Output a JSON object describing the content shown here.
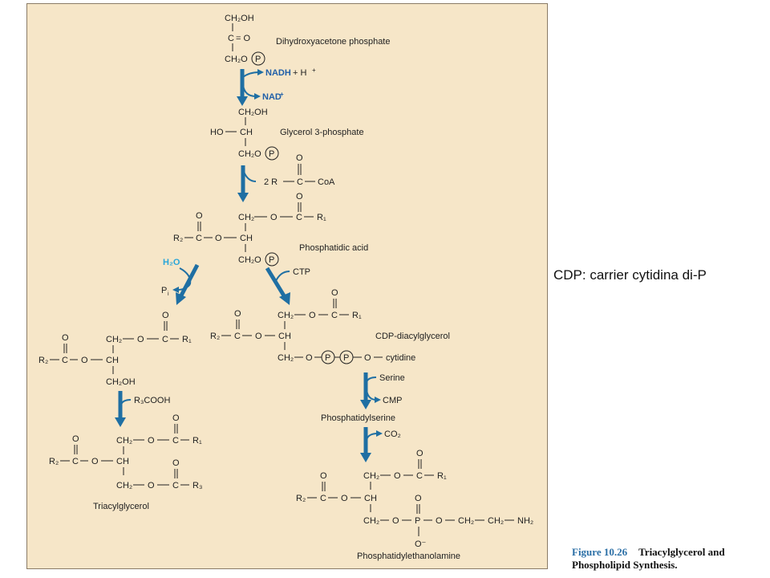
{
  "labels": {
    "dhap": "Dihydroxyacetone phosphate",
    "g3p": "Glycerol 3-phosphate",
    "pa": "Phosphatidic acid",
    "cdp_dag": "CDP-diacylglycerol",
    "ps": "Phosphatidylserine",
    "tag": "Triacylglycerol",
    "pe": "Phosphatidylethanolamine"
  },
  "reagents": {
    "nadh": "NADH",
    "h_plus": "+ H",
    "nad": "NAD",
    "acyl_coa_prefix": "2  R",
    "coa": "CoA",
    "ctp": "CTP",
    "water": "H₂O",
    "pi": "P",
    "r3cooh": "R₃COOH",
    "serine": "Serine",
    "cmp": "CMP",
    "co2": "CO₂"
  },
  "chem": {
    "ch2oh": "CH₂OH",
    "ch2o": "CH₂O",
    "ch2": "CH₂",
    "ch": "CH",
    "c": "C",
    "o": "O",
    "ho": "HO",
    "r1": "R₁",
    "r2": "R₂",
    "r3": "R₃",
    "p_circle": "P",
    "cytidine": "cytidine",
    "nh2": "NH₂",
    "o_minus": "O⁻",
    "p": "P",
    "dbl_o": "= O"
  },
  "note": "CDP: carrier cytidina di-P",
  "caption": {
    "number": "Figure 10.26",
    "title_line1": "Triacylglycerol and",
    "title_line2": "Phospholipid Synthesis."
  },
  "colors": {
    "panel_bg": "#f6e6c8",
    "arrow": "#1f6fa3",
    "blue_text": "#1f5fa8",
    "cyan_text": "#2aa6d9",
    "caption_number": "#2b6fa6"
  }
}
